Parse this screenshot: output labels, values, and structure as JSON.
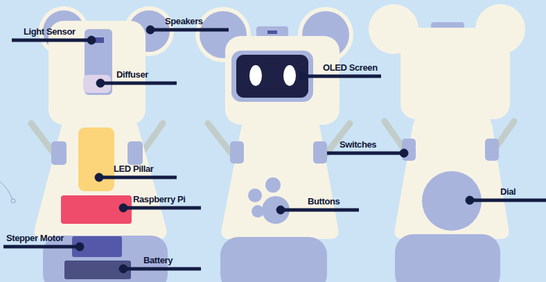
{
  "diagram": {
    "labels": [
      "Light Sensor",
      "Speakers",
      "Diffuser",
      "OLED Screen",
      "Switches",
      "LED Pillar",
      "Raspberry Pi",
      "Buttons",
      "Dial",
      "Stepper Motor",
      "Battery"
    ]
  }
}
